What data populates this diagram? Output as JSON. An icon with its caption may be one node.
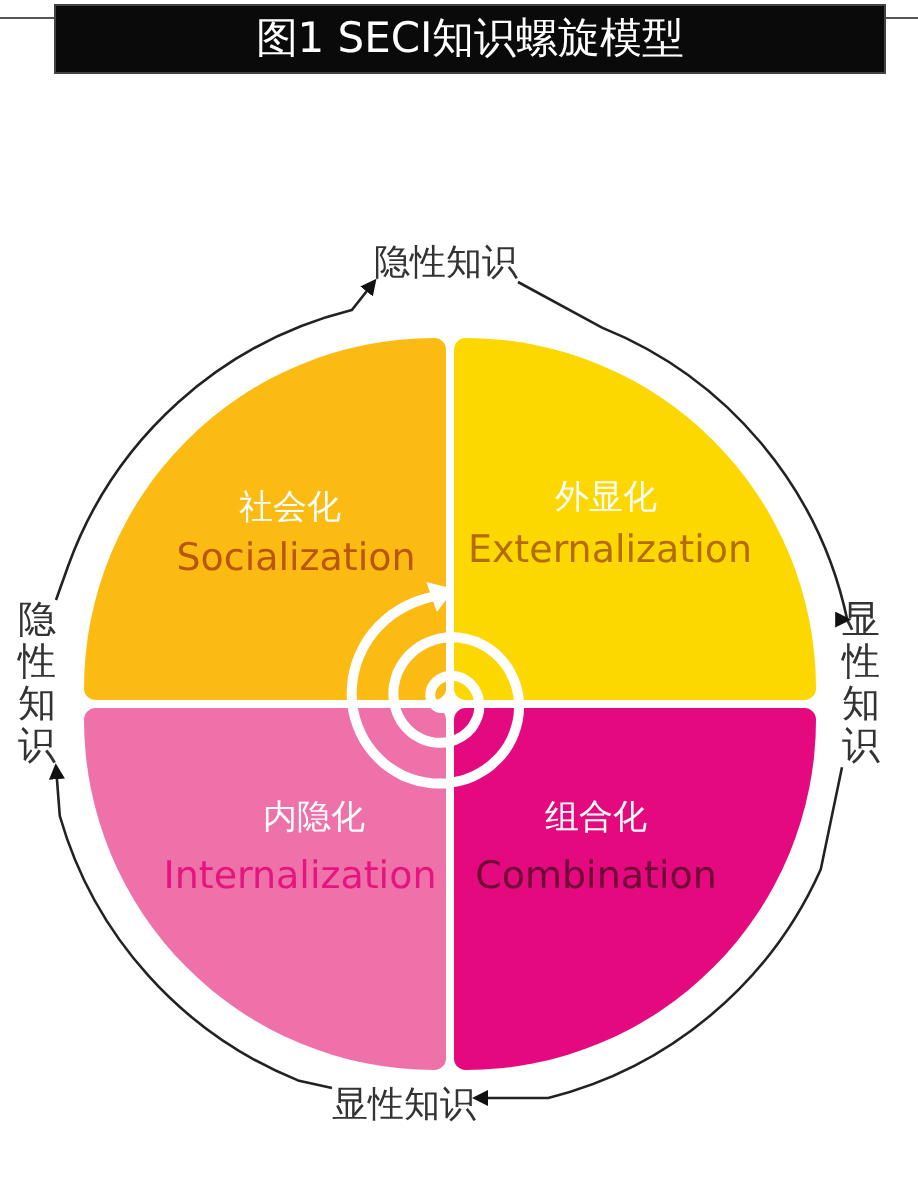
{
  "diagram": {
    "title": "图1 SECI知识螺旋模型",
    "nodes": [
      {
        "text": [
          "隐性知识"
        ]
      },
      {
        "text": [
          "隐性知识"
        ]
      },
      {
        "text": [
          "显性知识"
        ]
      },
      {
        "text": [
          "社会化",
          "Socialization"
        ]
      },
      {
        "text": [
          "外显化",
          "Externalization"
        ]
      },
      {
        "text": [
          "内隐化",
          "Internalization"
        ]
      },
      {
        "text": [
          "组合化",
          "Combination"
        ]
      },
      {
        "text": [
          "显性知识"
        ]
      },
      {
        "text": [],
        "shape": "spiral"
      }
    ],
    "edges": [
      {
        "from": 1,
        "to": 0,
        "arrow": "to"
      },
      {
        "from": 0,
        "to": 2,
        "arrow": "to"
      },
      {
        "from": 2,
        "to": 7,
        "arrow": "to"
      },
      {
        "from": 7,
        "to": 1,
        "arrow": "to"
      }
    ]
  }
}
